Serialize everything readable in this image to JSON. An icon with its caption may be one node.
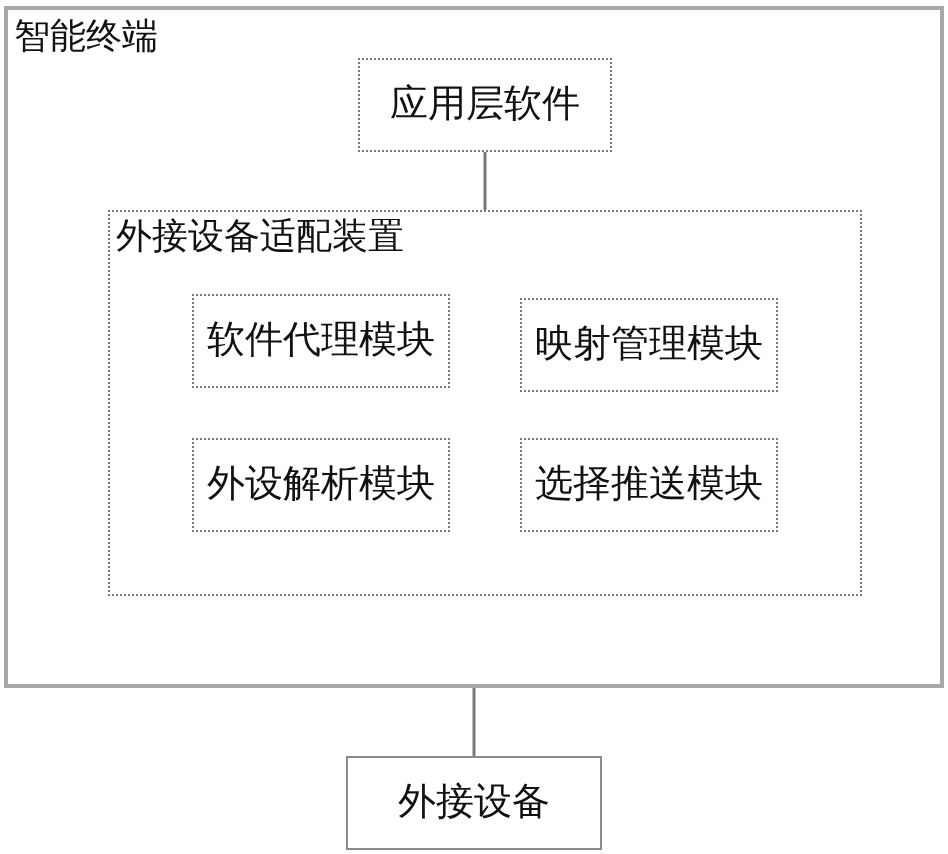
{
  "diagram": {
    "nodes": [
      {
        "text": [
          "智能终端"
        ]
      },
      {
        "text": [
          "应用层软件"
        ],
        "in": 0
      },
      {
        "text": [
          "外接设备适配装置"
        ],
        "in": 0
      },
      {
        "text": [
          "软件代理模块"
        ],
        "in": 2
      },
      {
        "text": [
          "映射管理模块"
        ],
        "in": 2
      },
      {
        "text": [
          "外设解析模块"
        ],
        "in": 2
      },
      {
        "text": [
          "选择推送模块"
        ],
        "in": 2
      },
      {
        "text": [
          "外接设备"
        ]
      }
    ],
    "edges": [
      {
        "from": 1,
        "to": 2,
        "arrow": "none"
      },
      {
        "from": 0,
        "to": 7,
        "arrow": "none"
      }
    ]
  }
}
